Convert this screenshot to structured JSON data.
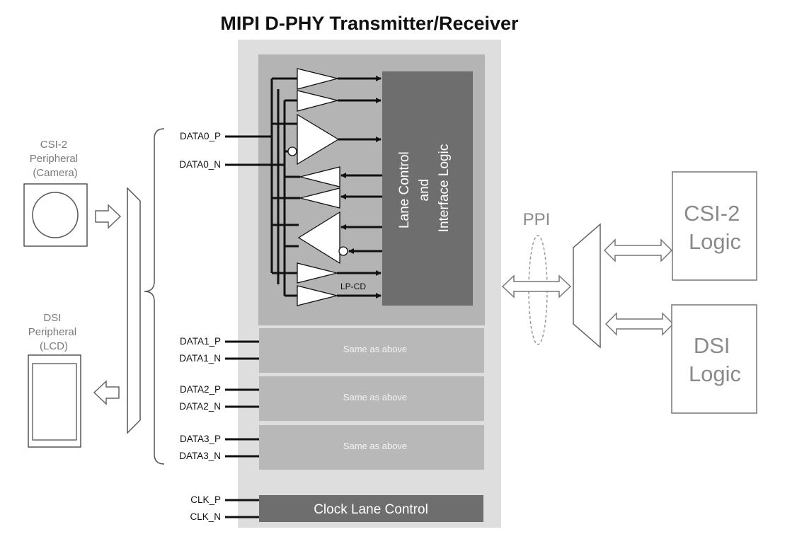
{
  "title": "MIPI D-PHY Transmitter/Receiver",
  "peripherals": {
    "csi": [
      "CSI-2",
      "Peripheral",
      "(Camera)"
    ],
    "dsi": [
      "DSI",
      "Peripheral",
      "(LCD)"
    ]
  },
  "lane0": {
    "pins": [
      "DATA0_P",
      "DATA0_N"
    ],
    "control": [
      "Lane Control",
      "and",
      "Interface Logic"
    ],
    "lp_cd": "LP-CD"
  },
  "lanes": [
    {
      "pins": [
        "DATA1_P",
        "DATA1_N"
      ],
      "label": "Same as above"
    },
    {
      "pins": [
        "DATA2_P",
        "DATA2_N"
      ],
      "label": "Same as above"
    },
    {
      "pins": [
        "DATA3_P",
        "DATA3_N"
      ],
      "label": "Same as above"
    }
  ],
  "clock": {
    "pins": [
      "CLK_P",
      "CLK_N"
    ],
    "label": "Clock Lane Control"
  },
  "ppi": "PPI",
  "logic": {
    "csi": [
      "CSI-2",
      "Logic"
    ],
    "dsi": [
      "DSI",
      "Logic"
    ]
  }
}
